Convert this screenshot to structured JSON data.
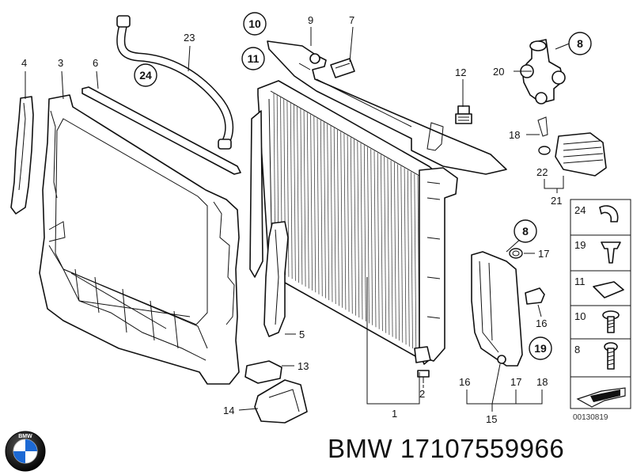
{
  "callouts": {
    "p1": "1",
    "p2": "2",
    "p3": "3",
    "p4": "4",
    "p5": "5",
    "p6": "6",
    "p7": "7",
    "p8a": "8",
    "p8b": "8",
    "p8c": "8",
    "p9": "9",
    "p12": "12",
    "p13": "13",
    "p14": "14",
    "p15": "15",
    "p16a": "16",
    "p16b": "16",
    "p17a": "17",
    "p17b": "17",
    "p18a": "18",
    "p18b": "18",
    "p19": "19",
    "p20": "20",
    "p21": "21",
    "p22": "22",
    "p23": "23"
  },
  "circled": {
    "c10": "10",
    "c11": "11",
    "c24": "24",
    "c19": "19"
  },
  "legend": {
    "items": [
      "24",
      "19",
      "11",
      "10",
      "8"
    ]
  },
  "drawing_number": "00130819",
  "brand": "BMW",
  "part_number": "17107559966",
  "footer_text": "BMW 17107559966",
  "logo_text": "BMW",
  "colors": {
    "line": "#111111",
    "logo_blue": "#1c69d4",
    "logo_ring": "#111111"
  }
}
